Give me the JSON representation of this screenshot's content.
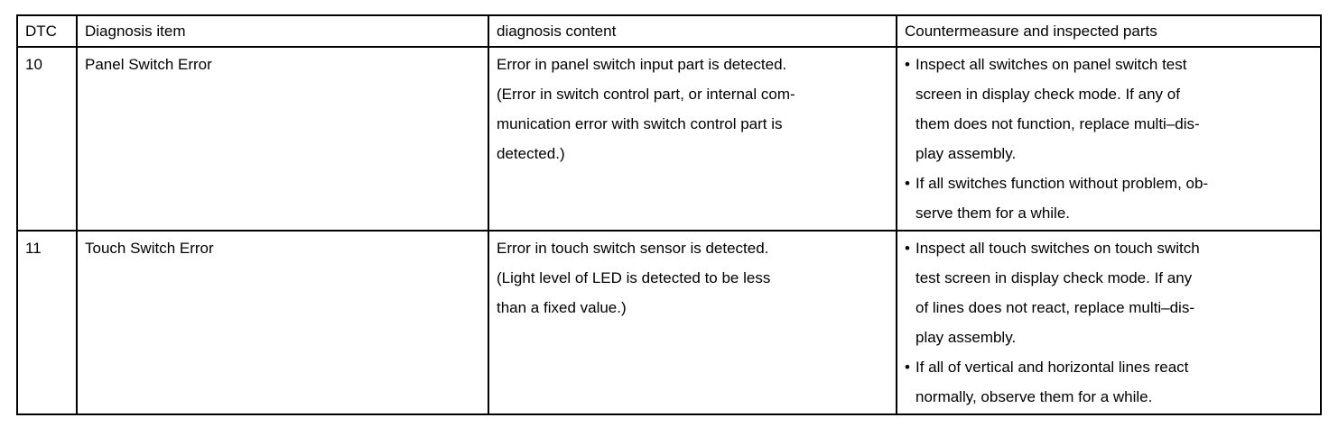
{
  "table": {
    "headers": {
      "dtc": "DTC",
      "item": "Diagnosis item",
      "content": "diagnosis content",
      "countermeasure": "Countermeasure and inspected parts"
    },
    "rows": [
      {
        "dtc": "10",
        "item": "Panel Switch Error",
        "content_lines": [
          "Error in panel switch input part is detected.",
          "(Error in switch control part, or internal com-",
          "munication error with switch control part is",
          "detected.)"
        ],
        "countermeasure": [
          {
            "bullet": "•",
            "lines": [
              "Inspect all switches on panel switch test",
              "screen in display check mode. If any of",
              "them does not function, replace multi–dis-",
              "play assembly."
            ]
          },
          {
            "bullet": "•",
            "lines": [
              "If all switches function without problem, ob-",
              "serve them for a while."
            ]
          }
        ]
      },
      {
        "dtc": "11",
        "item": "Touch Switch Error",
        "content_lines": [
          "Error in touch switch sensor is detected.",
          "(Light level  of LED is detected to be less",
          "than a fixed value.)"
        ],
        "countermeasure": [
          {
            "bullet": "•",
            "lines": [
              "Inspect all touch switches on touch switch",
              "test screen in display check mode. If any",
              "of lines does not react, replace multi–dis-",
              "play assembly."
            ]
          },
          {
            "bullet": "•",
            "lines": [
              "If all of vertical and horizontal lines react",
              "normally, observe them for a while."
            ]
          }
        ]
      }
    ]
  }
}
